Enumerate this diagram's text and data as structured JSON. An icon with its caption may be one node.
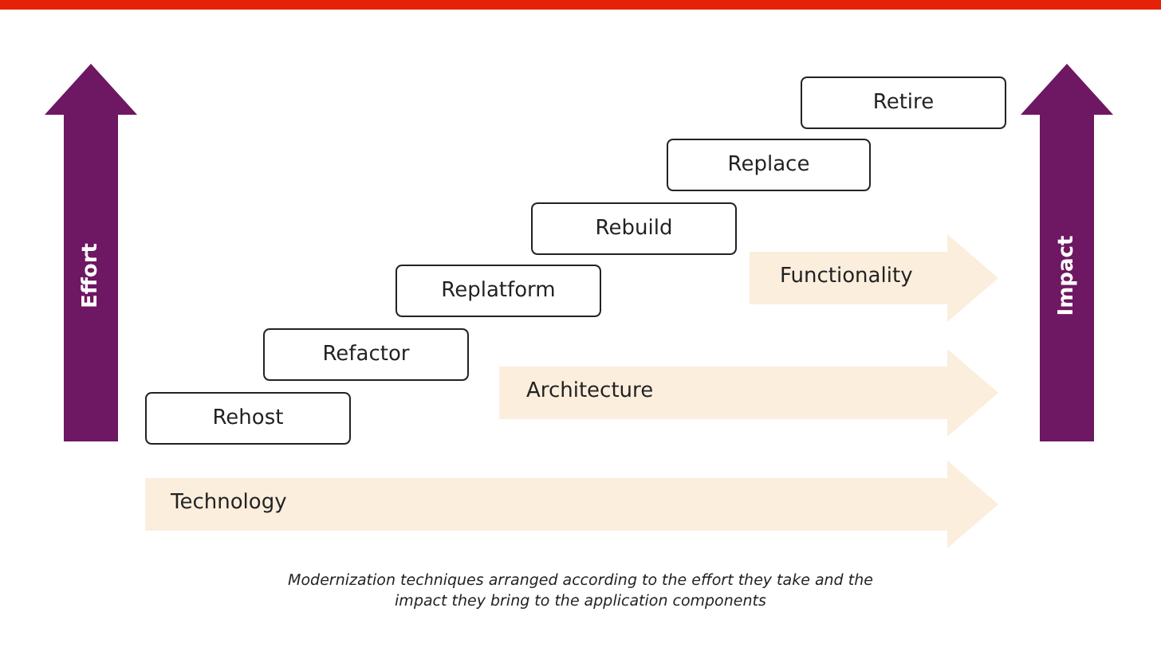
{
  "diagram": {
    "caption": "Modernization techniques arranged according to the effort they take and the impact they bring to the application components",
    "nodes": [
      {
        "text": [
          "Effort"
        ]
      },
      {
        "text": [
          "Impact"
        ]
      },
      {
        "text": [
          "Retire"
        ]
      },
      {
        "text": [
          "Replace"
        ]
      },
      {
        "text": [
          "Rebuild"
        ]
      },
      {
        "text": [
          "Functionality"
        ]
      },
      {
        "text": [
          "Replatform"
        ]
      },
      {
        "text": [
          "Refactor"
        ]
      },
      {
        "text": [
          "Architecture"
        ]
      },
      {
        "text": [
          "Rehost"
        ]
      },
      {
        "text": [
          "Technology"
        ]
      }
    ]
  }
}
